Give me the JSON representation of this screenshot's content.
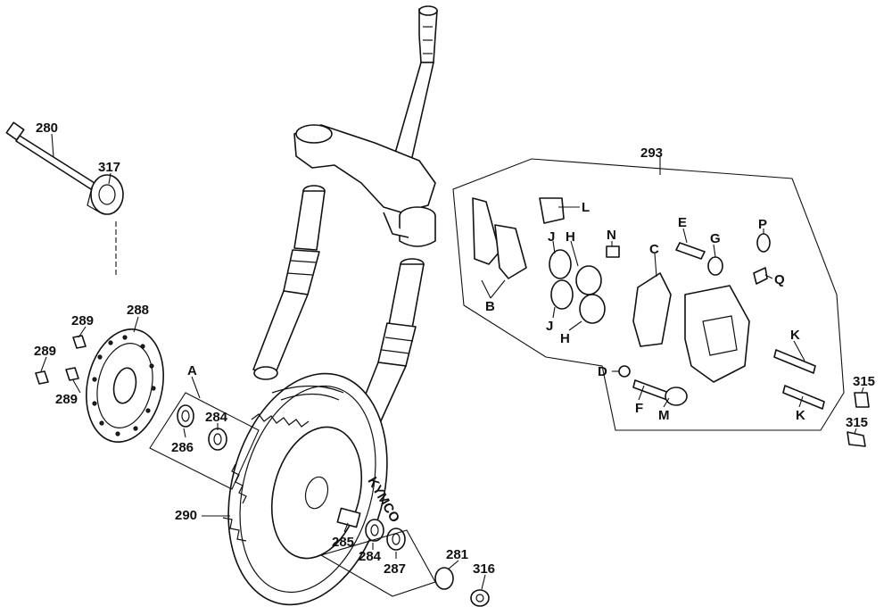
{
  "labels": {
    "l280": "280",
    "l317": "317",
    "l288": "288",
    "l289a": "289",
    "l289b": "289",
    "l289c": "289",
    "lA": "A",
    "l284a": "284",
    "l286": "286",
    "l290": "290",
    "l285": "285",
    "l284b": "284",
    "l287": "287",
    "l281": "281",
    "l316": "316",
    "l293": "293",
    "lL": "L",
    "lB": "B",
    "lJa": "J",
    "lHa": "H",
    "lJb": "J",
    "lHb": "H",
    "lN": "N",
    "lC": "C",
    "lE": "E",
    "lG": "G",
    "lP": "P",
    "lQ": "Q",
    "lK1": "K",
    "lK2": "K",
    "lD": "D",
    "lF": "F",
    "lM": "M",
    "l315a": "315",
    "l315b": "315"
  },
  "hub_text": "KYMCO"
}
